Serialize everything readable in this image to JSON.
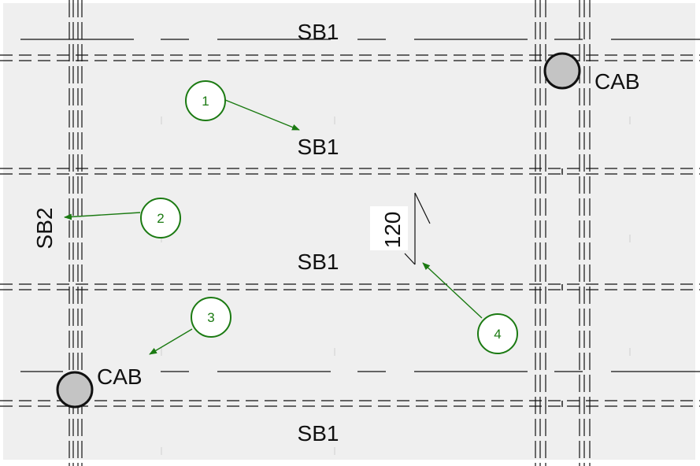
{
  "drawing": {
    "background_color": "#efefef",
    "line_color": "#111111",
    "callout_color": "#1b7a12",
    "column_fill": "#c4c4c4",
    "beam_labels": {
      "top": "SB1",
      "row1": "SB1",
      "row2": "SB1",
      "bottom": "SB1",
      "vertical": "SB2"
    },
    "column_labels": {
      "top_right": "CAB",
      "bottom_left": "CAB"
    },
    "dimension": {
      "value": "120"
    },
    "callouts": [
      {
        "number": "1"
      },
      {
        "number": "2"
      },
      {
        "number": "3"
      },
      {
        "number": "4"
      }
    ]
  }
}
